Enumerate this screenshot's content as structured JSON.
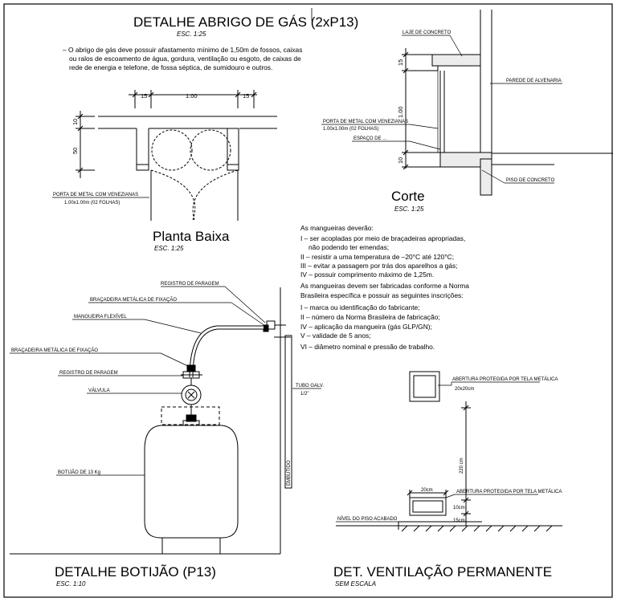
{
  "titles": {
    "abrigo": "DETALHE ABRIGO DE GÁS (2xP13)",
    "abrigo_scale": "ESC. 1:25",
    "planta": "Planta Baixa",
    "planta_scale": "ESC. 1:25",
    "corte": "Corte",
    "corte_scale": "ESC. 1:25",
    "botijao": "DETALHE BOTIJÃO (P13)",
    "botijao_scale": "ESC. 1:10",
    "ventilacao": "DET. VENTILAÇÃO PERMANENTE",
    "ventilacao_scale": "SEM ESCALA"
  },
  "abrigo_note": [
    "– O abrigo de gás deve possuir afastamento mínimo de 1,50m de fossos, caixas",
    "ou ralos de escoamento de água, gordura, ventilação ou esgoto, de caixas de",
    "rede de energia e telefone, de fossa séptica, de sumidouro e outros."
  ],
  "planta": {
    "dim_15_left": "15",
    "dim_100": "1.00",
    "dim_15_right": "15",
    "dim_side_top": "10",
    "dim_side_main": "50",
    "porta_label_1": "PORTA DE METAL COM VENEZIANAS",
    "porta_label_2": "1.00x1.00m (02 FOLHAS)"
  },
  "corte": {
    "laje": "LAJE DE CONCRETO",
    "parede": "PAREDE DE ALVENARIA",
    "porta_1": "PORTA DE METAL COM VENEZIANAS",
    "porta_2": "1.00x1.00m (02 FOLHAS)",
    "espaco": "ESPAÇO DE ...",
    "piso": "PISO DE CONCRETO",
    "dim_top": "15",
    "dim_main": "1.00",
    "dim_bottom": "10"
  },
  "mangueiras": [
    "As mangueiras deverão:",
    "I – ser acopladas por meio de braçadeiras apropriadas,",
    "não podendo ter emendas;",
    "II – resistir a uma temperatura de –20°C até 120°C;",
    "III – evitar a passagem por trás dos aparelhos a gás;",
    "IV – possuir comprimento máximo de 1,25m.",
    "As mangueiras devem ser fabricadas conforme a Norma",
    "Brasileira específica e possuir as seguintes inscrições:",
    "I – marca ou identificação do fabricante;",
    "II – número da Norma Brasileira de fabricação;",
    "IV – aplicação da mangueira (gás GLP/GN);",
    "V – validade de 5 anos;",
    "VI – diâmetro nominal e pressão de trabalho."
  ],
  "botijao": {
    "registro_top": "REGISTRO DE PARAGEM",
    "bracadeira_top": "BRAÇADEIRA METÁLICA DE FIXAÇÃO",
    "mangueira": "MANGUEIRA FLEXÍVEL",
    "bracadeira_mid": "BRAÇADEIRA METÁLICA DE FIXAÇÃO",
    "registro_mid": "REGISTRO DE PARAGEM",
    "valvula": "VÁLVULA",
    "botijao_label": "BOTIJÃO DE 13 Kg",
    "tubo_1": "TUBO GALV.",
    "tubo_2": "1/2\"",
    "embutido": "EMBUTIDO"
  },
  "ventilacao": {
    "abertura_top_1": "ABERTURA PROTEGIDA POR TELA METÁLICA",
    "abertura_top_2": "20x20cm",
    "dim_vertical": "220 cm",
    "dim_20": "20cm",
    "abertura_bottom": "ABERTURA PROTEGIDA POR TELA METÁLICA",
    "dim_10": "10cm",
    "dim_15": "15cm",
    "nivel": "NÍVEL DO PISO ACABADO"
  }
}
